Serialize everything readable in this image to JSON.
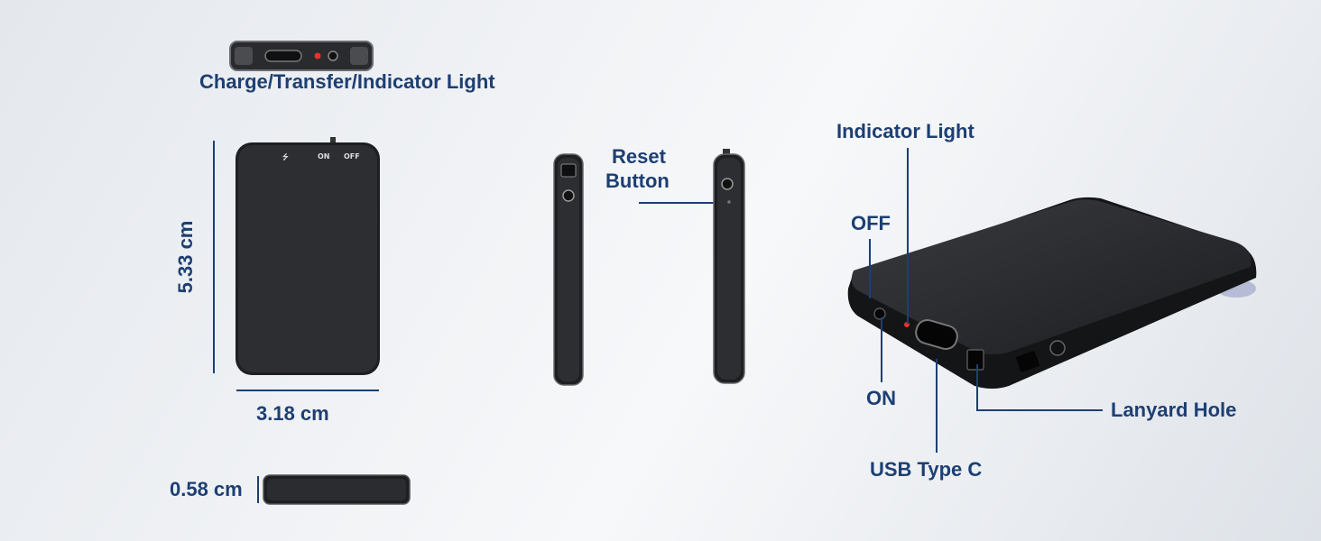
{
  "labels": {
    "charge_transfer": "Charge/Transfer/Indicator Light",
    "height_dim": "5.33 cm",
    "width_dim": "3.18 cm",
    "thickness_dim": "0.58 cm",
    "reset_button": [
      "Reset",
      "Button"
    ],
    "indicator_light": "Indicator Light",
    "off": "OFF",
    "on": "ON",
    "usb_type_c": "USB Type C",
    "lanyard_hole": "Lanyard Hole"
  },
  "device_marks": {
    "usb": "⭍",
    "on": "ON",
    "off": "OFF"
  },
  "colors": {
    "label": "#1d3f73",
    "device": "#1e1f22",
    "indicator": "#e5322d"
  }
}
